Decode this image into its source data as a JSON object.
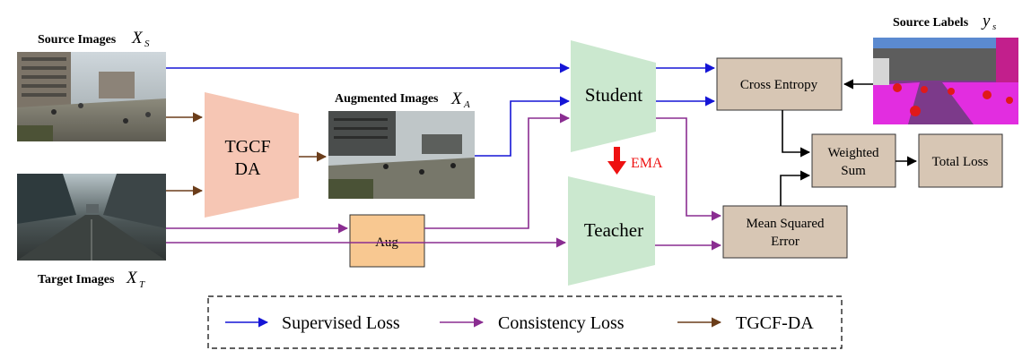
{
  "inputs": {
    "source_images": "Source Images",
    "source_images_sym": "X",
    "source_images_sub": "S",
    "target_images": "Target Images",
    "target_images_sym": "X",
    "target_images_sub": "T",
    "augmented_images": "Augmented Images",
    "augmented_images_sym": "X",
    "augmented_images_sub": "A",
    "source_labels": "Source Labels",
    "source_labels_sym": "y",
    "source_labels_sub": "s"
  },
  "blocks": {
    "tgcf_line1": "TGCF",
    "tgcf_line2": "DA",
    "aug": "Aug",
    "student": "Student",
    "teacher": "Teacher",
    "ema": "EMA",
    "cross_entropy": "Cross Entropy",
    "mse_line1": "Mean Squared",
    "mse_line2": "Error",
    "weighted_line1": "Weighted",
    "weighted_line2": "Sum",
    "total_loss": "Total Loss"
  },
  "legend": {
    "supervised": "Supervised Loss",
    "consistency": "Consistency Loss",
    "tgcf": "TGCF-DA"
  },
  "colors": {
    "supervised": "#1515d6",
    "consistency": "#8a2d91",
    "tgcf": "#6b3d1a",
    "ema_arrow": "#ee1111",
    "network_fill": "#cbe8cf",
    "tgcf_fill": "#f6c6b4",
    "aug_fill": "#f8c891",
    "loss_fill": "#d7c6b4"
  }
}
